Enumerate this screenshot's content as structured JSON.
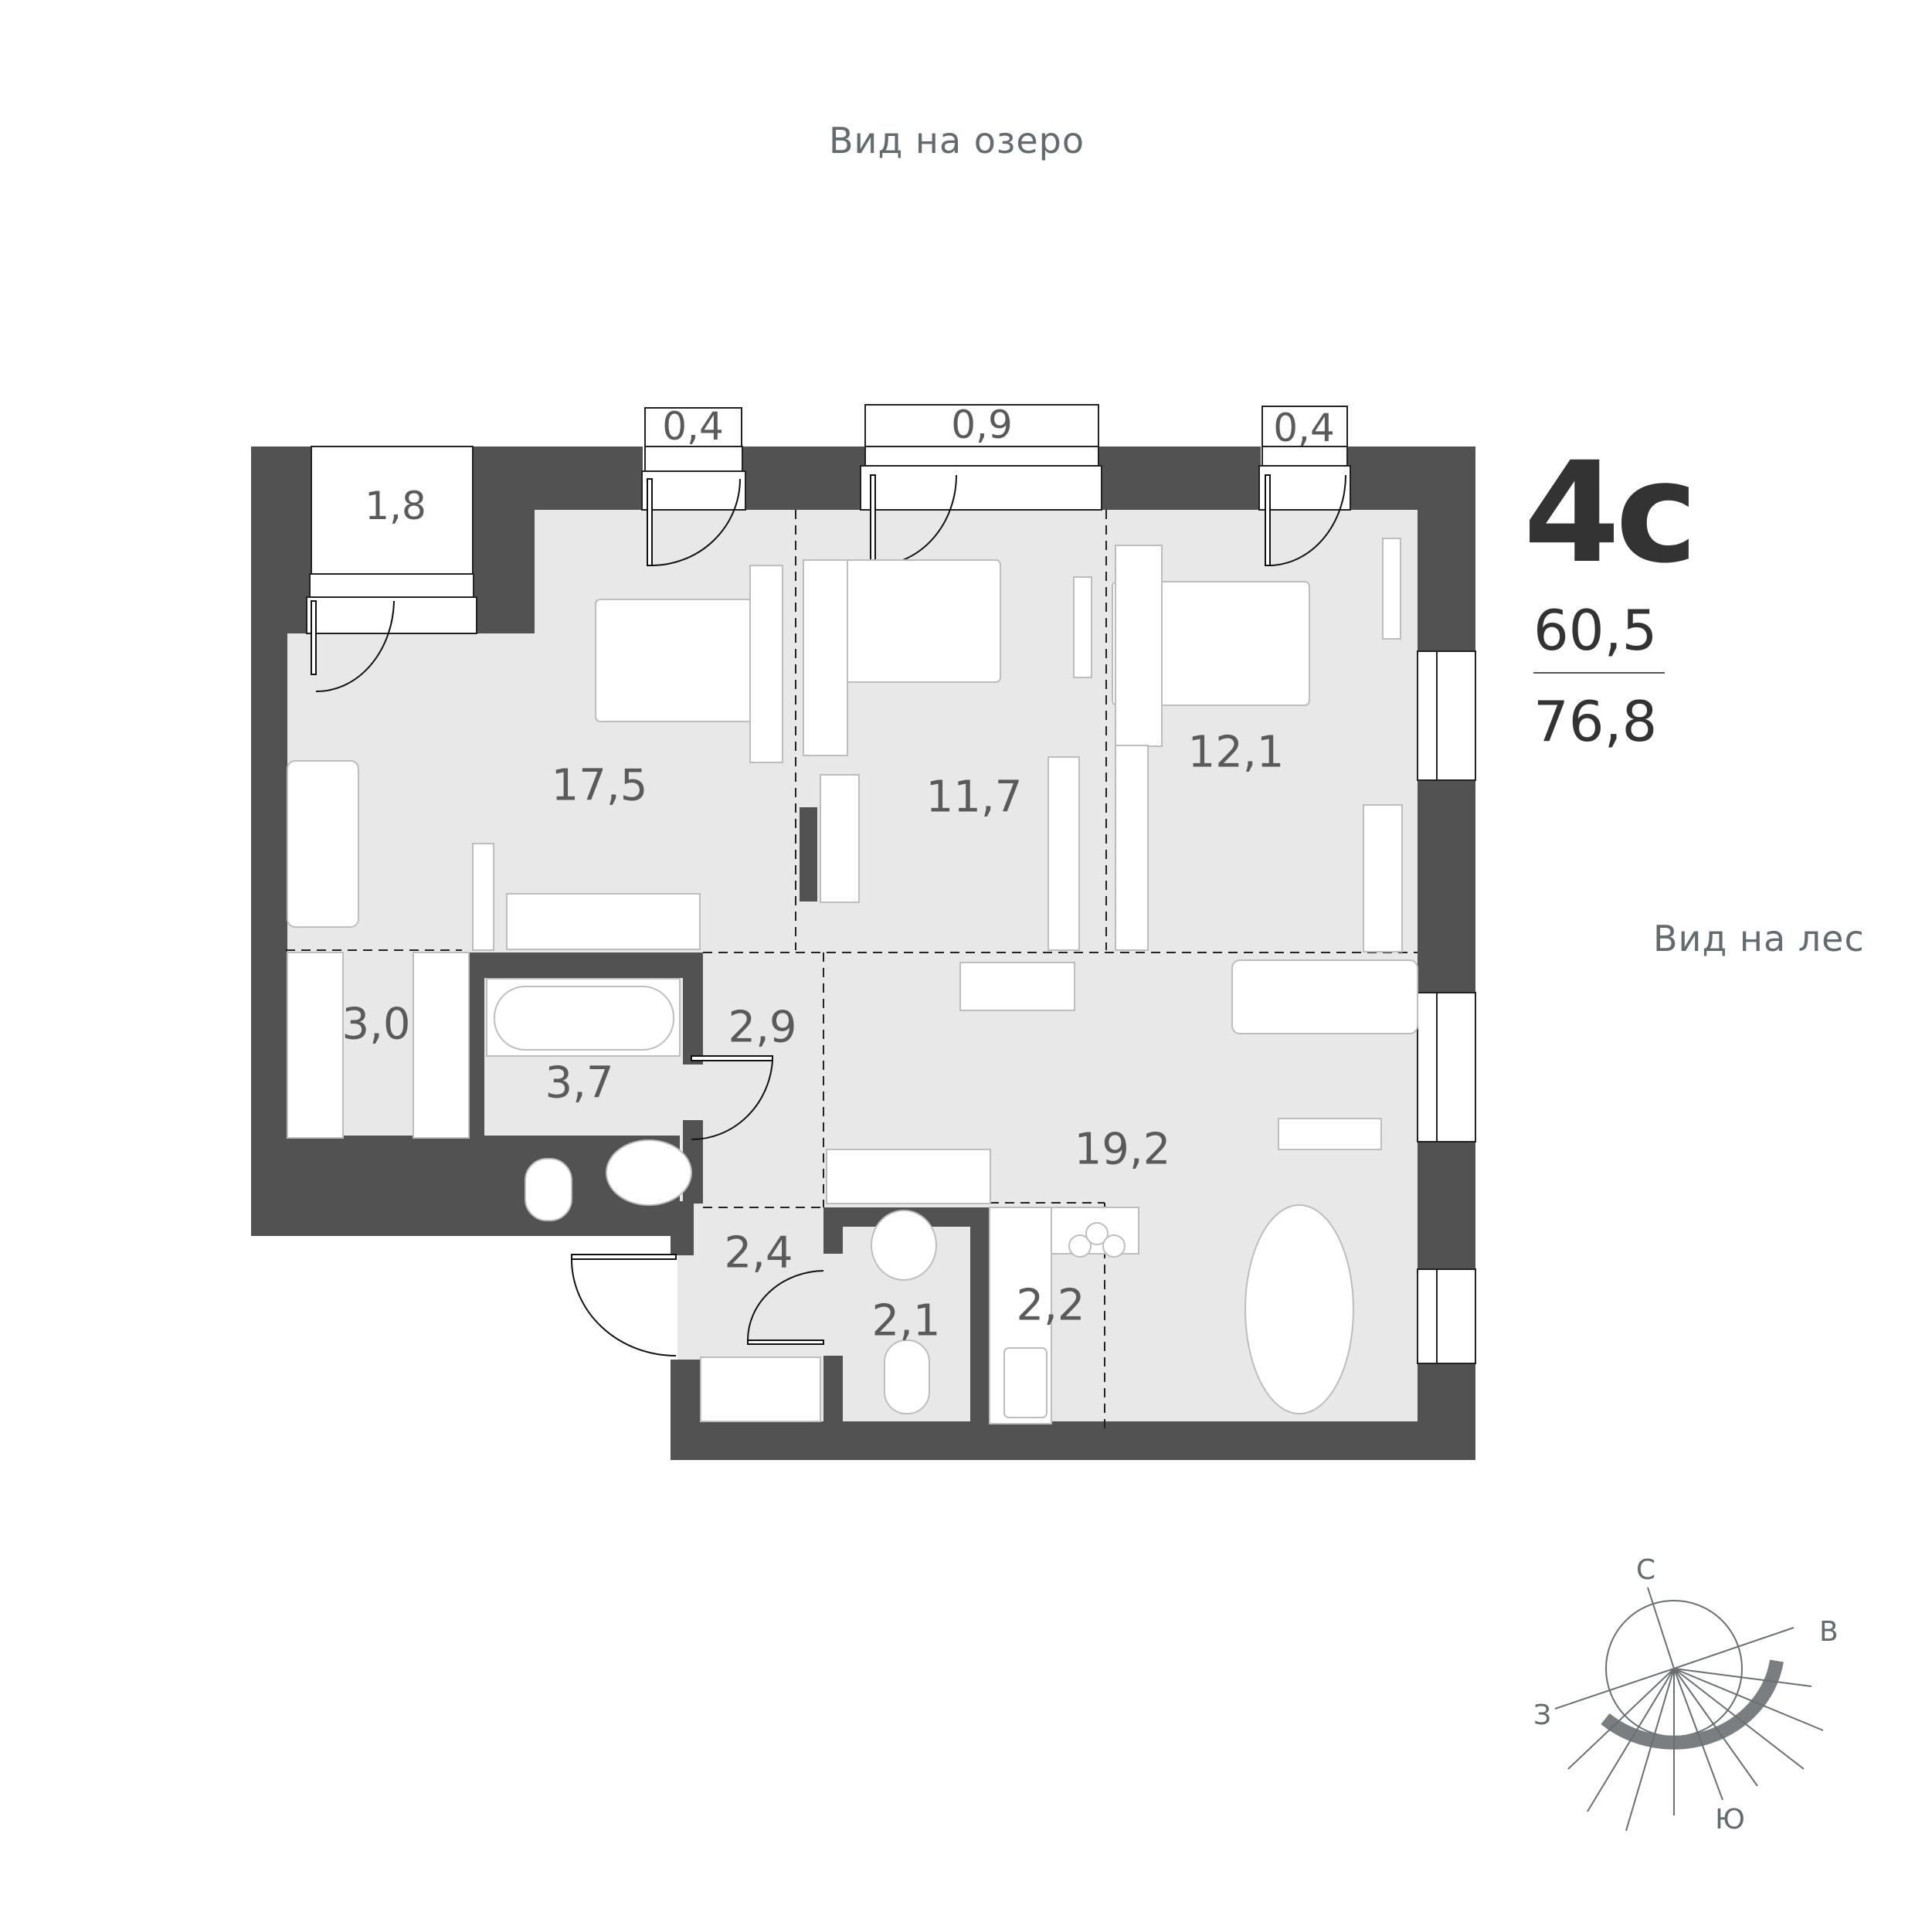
{
  "views": {
    "top": "Вид на озеро",
    "right": "Вид на лес"
  },
  "apartment": {
    "type": "4с",
    "living_area": "60,5",
    "total_area": "76,8"
  },
  "balconies": [
    {
      "id": "balcony-left",
      "area": "1,8"
    },
    {
      "id": "balcony-top-1",
      "area": "0,4"
    },
    {
      "id": "balcony-top-2",
      "area": "0,9"
    },
    {
      "id": "balcony-top-3",
      "area": "0,4"
    }
  ],
  "rooms": [
    {
      "id": "living-room",
      "area": "17,5"
    },
    {
      "id": "bedroom-middle",
      "area": "11,7"
    },
    {
      "id": "bedroom-right",
      "area": "12,1"
    },
    {
      "id": "wardrobe",
      "area": "3,0"
    },
    {
      "id": "bathroom",
      "area": "3,7"
    },
    {
      "id": "hallway",
      "area": "2,9"
    },
    {
      "id": "kitchen-living",
      "area": "19,2"
    },
    {
      "id": "entrance",
      "area": "2,4"
    },
    {
      "id": "toilet",
      "area": "2,1"
    },
    {
      "id": "kitchen",
      "area": "2,2"
    }
  ],
  "compass": {
    "north": "С",
    "east": "В",
    "west": "З",
    "south": "Ю"
  },
  "colors": {
    "wall": "#525252",
    "floor": "#e8e8e8",
    "text": "#5a5a5a",
    "label": "#646b6e",
    "furniture_stroke": "#bdbdbd"
  }
}
